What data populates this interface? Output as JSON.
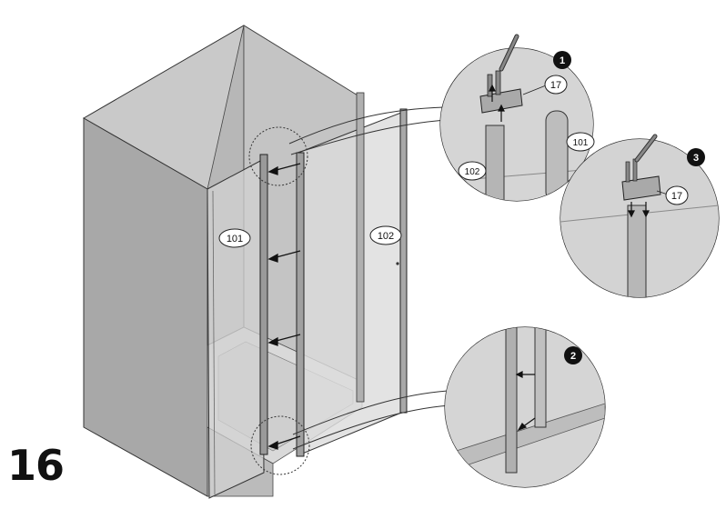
{
  "step": {
    "number": "16"
  },
  "callouts": {
    "panel_fixed": "101",
    "panel_door": "102",
    "part": "17"
  },
  "markers": {
    "m1": "1",
    "m2": "2",
    "m3": "3"
  },
  "colors": {
    "panel_fill": "#bdbdbd",
    "panel_dark": "#a3a3a3",
    "glass": "#d6d6d6",
    "outline": "#2a2a2a",
    "background": "#ffffff"
  },
  "icons": [
    "arrow-icon",
    "screwdriver-icon",
    "hinge-icon",
    "magnifier-circle-icon"
  ]
}
